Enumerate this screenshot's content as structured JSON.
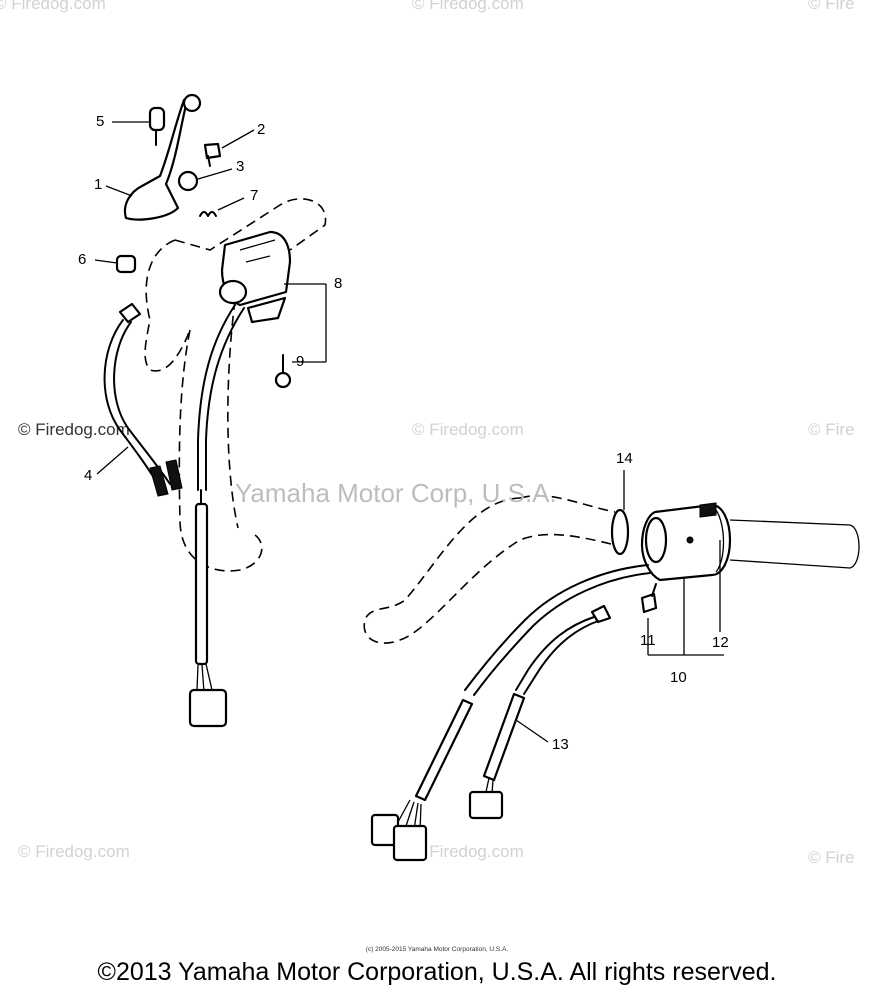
{
  "watermarks": {
    "top_center": "© Firedog.com",
    "top_right": "© Fire",
    "mid_left": "© Firedog.com",
    "mid_center": "© Firedog.com",
    "mid_right": "© Fire",
    "bot_left": "© Firedog.com",
    "bot_center": "© Firedog.com",
    "bot_right": "© Fire",
    "top_left": "© Firedog.com"
  },
  "brand_watermark": "Yamaha Motor Corp, U.S.A.",
  "callouts": [
    "1",
    "2",
    "3",
    "4",
    "5",
    "6",
    "7",
    "8",
    "9",
    "10",
    "11",
    "12",
    "13",
    "14"
  ],
  "small_copyright": "(c) 2005-2015 Yamaha Motor Corporation, U.S.A.",
  "footer": "©2013 Yamaha Motor Corporation, U.S.A. All rights reserved."
}
